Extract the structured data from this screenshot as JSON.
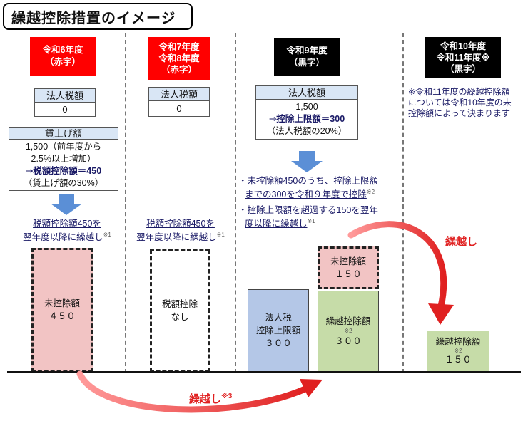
{
  "title": "繰越控除措置のイメージ",
  "col1": {
    "header_line1": "令和6年度",
    "header_line2": "（赤字）",
    "tax_label": "法人税額",
    "tax_value": "0",
    "wage_label": "賃上げ額",
    "wage_line1": "1,500（前年度から",
    "wage_line2": "2.5%以上増加）",
    "wage_line3": "⇒税額控除額＝450",
    "wage_line4": "（賃上げ額の30%）",
    "note_line1": "税額控除額450を",
    "note_line2": "翌年度以降に繰越し",
    "note_sup": "※1",
    "bar_line1": "未控除額",
    "bar_line2": "４５０"
  },
  "col2": {
    "header_line1": "令和7年度",
    "header_line2": "令和8年度",
    "header_line3": "（赤字）",
    "tax_label": "法人税額",
    "tax_value": "0",
    "note_line1": "税額控除額450を",
    "note_line2": "翌年度以降に繰越し",
    "note_sup": "※1",
    "bar_line1": "税額控除",
    "bar_line2": "なし"
  },
  "col3": {
    "header_line1": "令和9年度",
    "header_line2": "（黒字）",
    "tax_label": "法人税額",
    "tax_line1": "1,500",
    "tax_line2": "⇒控除上限額＝300",
    "tax_line3": "（法人税額の20%）",
    "bullet1_line1": "・未控除額450のうち、控除上限額",
    "bullet1_line2": "までの300を令和９年度で控除",
    "bullet1_sup": "※2",
    "bullet2_line1": "・控除上限額を超過する150を翌年",
    "bullet2_line2": "度以降に繰越し",
    "bullet2_sup": "※1",
    "bar_limit_line1": "法人税",
    "bar_limit_line2": "控除上限額",
    "bar_limit_line3": "３００",
    "bar_unused_line1": "未控除額",
    "bar_unused_line2": "１５０",
    "bar_credit_line1": "繰越控除額",
    "bar_credit_sup": "※2",
    "bar_credit_line2": "３００"
  },
  "col4": {
    "header_line1": "令和10年度",
    "header_line2": "令和11年度※",
    "header_line3": "（黒字）",
    "note_line1": "※令和11年度の繰越控除額",
    "note_line2": "については令和10年度の未",
    "note_line3": "控除額によって決まります",
    "bar_line1": "繰越控除額",
    "bar_sup": "※2",
    "bar_line2": "１５０"
  },
  "carry_top": "繰越し",
  "carry_bottom": "繰越し",
  "carry_bottom_sup": "※3",
  "colors": {
    "red_header": "#ff0000",
    "black_header": "#000000",
    "label_blue": "#d9e6f5",
    "pink_bar": "#f2c4c4",
    "blue_bar": "#b4c7e7",
    "green_bar": "#c6dca8",
    "arrow_red": "#e02020",
    "down_arrow": "#5b8fd6"
  }
}
